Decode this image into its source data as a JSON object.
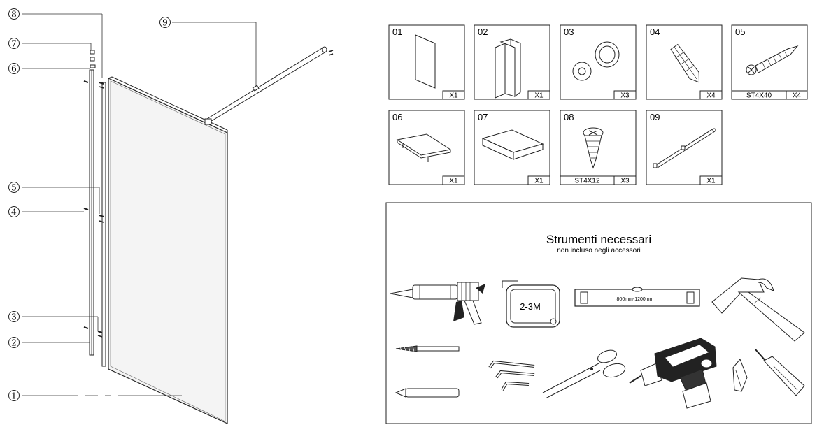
{
  "callouts": [
    "1",
    "2",
    "3",
    "4",
    "5",
    "6",
    "7",
    "8",
    "9"
  ],
  "parts": [
    {
      "num": "01",
      "spec": "",
      "qty": "X1"
    },
    {
      "num": "02",
      "spec": "",
      "qty": "X1"
    },
    {
      "num": "03",
      "spec": "",
      "qty": "X3"
    },
    {
      "num": "04",
      "spec": "",
      "qty": "X4"
    },
    {
      "num": "05",
      "spec": "ST4X40",
      "qty": "X4"
    },
    {
      "num": "06",
      "spec": "",
      "qty": "X1"
    },
    {
      "num": "07",
      "spec": "",
      "qty": "X1"
    },
    {
      "num": "08",
      "spec": "ST4X12",
      "qty": "X3"
    },
    {
      "num": "09",
      "spec": "",
      "qty": "X1"
    }
  ],
  "tools": {
    "title": "Strumenti necessari",
    "subtitle": "non incluso negli accessori",
    "tape_label": "2-3M",
    "level_label": "800mm-1200mm"
  }
}
